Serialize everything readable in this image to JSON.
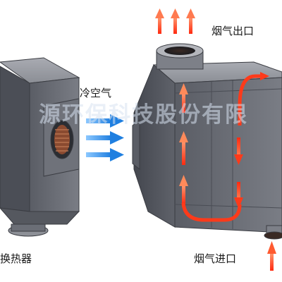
{
  "labels": {
    "flue_gas_outlet": "烟气出口",
    "cold_air": "冷空气",
    "flue_gas_inlet": "烟气进口",
    "heat_exchanger_partial": "换热器"
  },
  "watermark": "源环保科技股份有限",
  "colors": {
    "hot_arrow": "#ff3a1a",
    "hot_arrow_light": "#ff8a5a",
    "cold_arrow": "#2b8fe6",
    "body_dark": "#4a4d55",
    "body_mid": "#6b6e76",
    "body_light": "#9a9ca3"
  }
}
